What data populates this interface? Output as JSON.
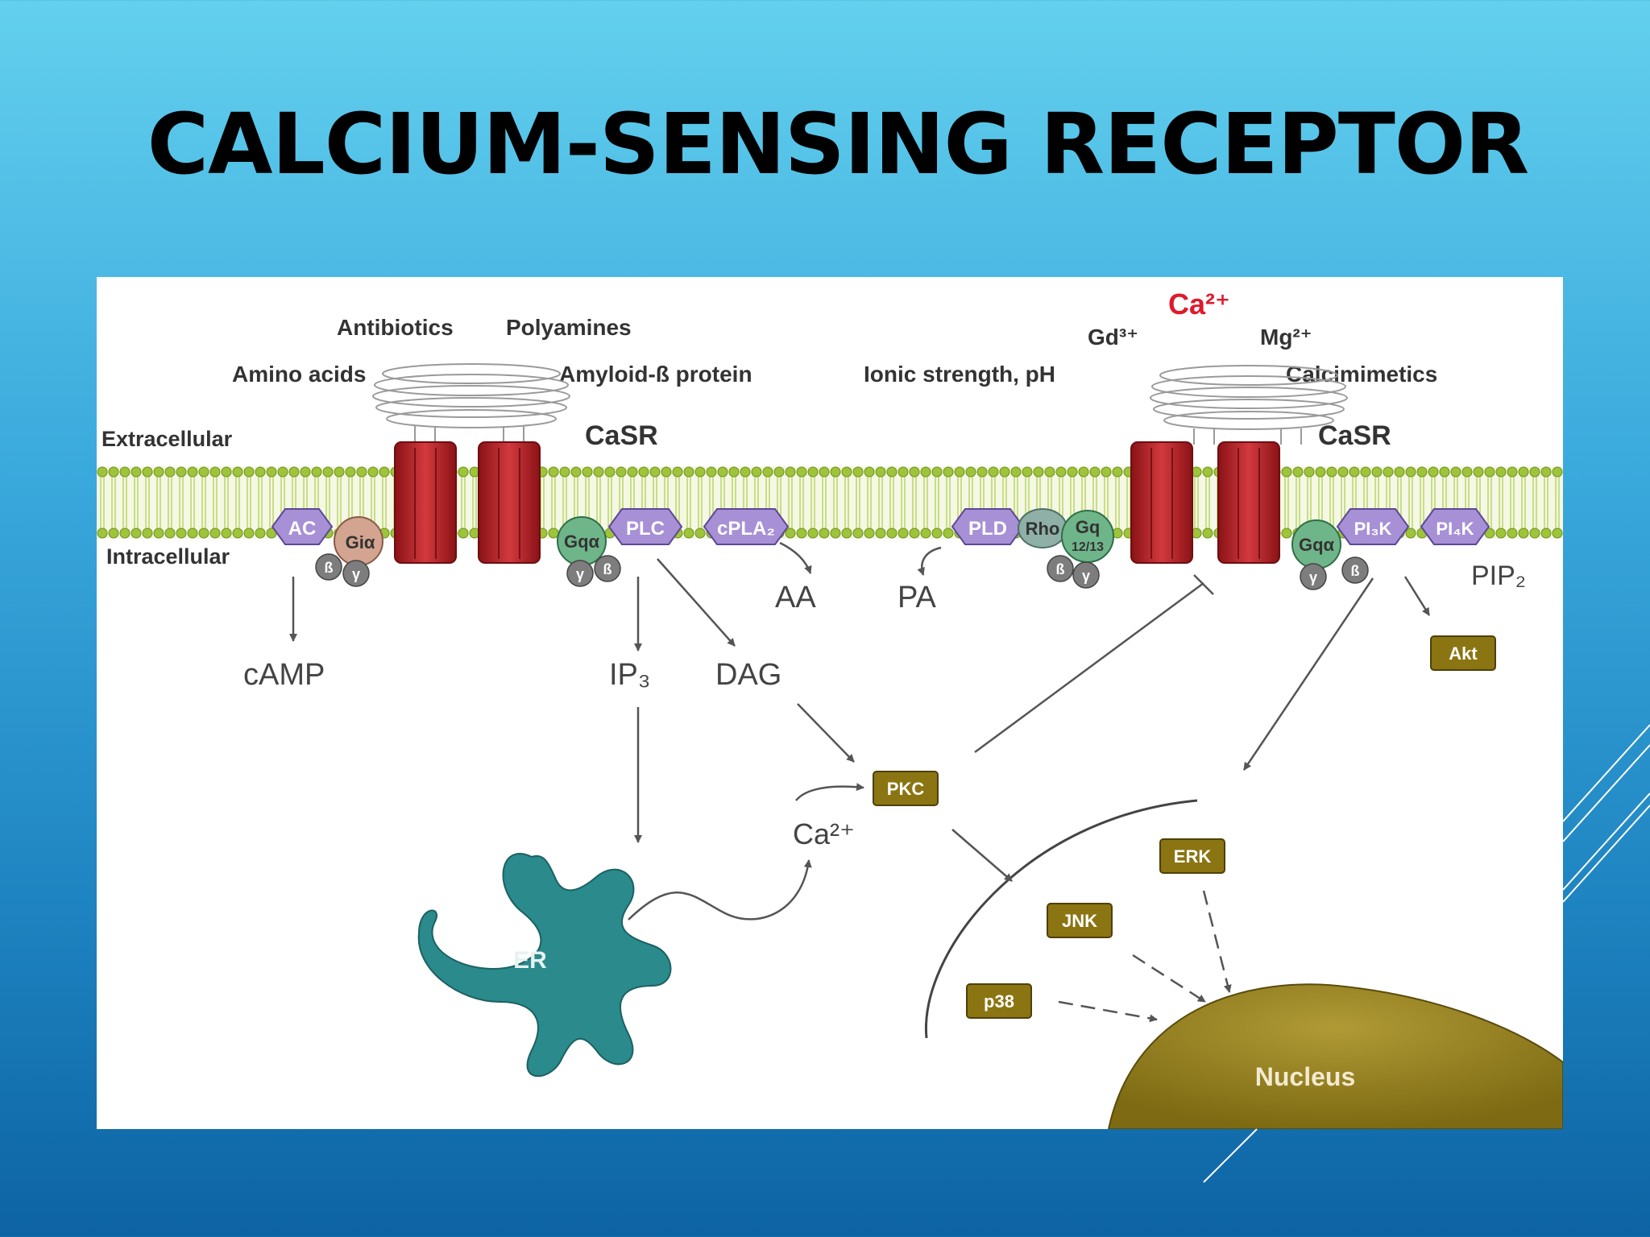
{
  "slide": {
    "title": "CALCIUM-SENSING RECEPTOR"
  },
  "colors": {
    "background_top": "#63d0ee",
    "background_bottom": "#0d63a3",
    "membrane_green": "#9ec43a",
    "receptor_red": "#c0272d",
    "g_protein_green": "#6fb58a",
    "purple_enzyme": "#a790d6",
    "kinase_gold": "#8b7412",
    "nucleus_gold": "#8f7a1c",
    "er_teal": "#2a8a8c",
    "ca_red": "#e0192c"
  },
  "diagram": {
    "ligands_left": {
      "antibiotics": "Antibiotics",
      "polyamines": "Polyamines",
      "amino_acids": "Amino acids",
      "amyloid": "Amyloid-ß protein"
    },
    "ligands_right": {
      "ca": "Ca²⁺",
      "gd": "Gd³⁺",
      "mg": "Mg²⁺",
      "ionic": "Ionic strength, pH",
      "calcimimetics": "Calcimimetics"
    },
    "compartments": {
      "extracellular": "Extracellular",
      "intracellular": "Intracellular"
    },
    "receptor_label": "CaSR",
    "proteins": {
      "ac": "AC",
      "gi": "Giα",
      "beta": "ß",
      "gamma": "γ",
      "gq": "Gqα",
      "plc": "PLC",
      "cpla2": "cPLA₂",
      "pld": "PLD",
      "rho": "Rho",
      "gq1213_a": "Gq",
      "gq1213_b": "12/13",
      "pi3k": "PI₃K",
      "pi4k": "PI₄K"
    },
    "messengers": {
      "camp": "cAMP",
      "ip3": "IP₃",
      "dag": "DAG",
      "aa": "AA",
      "pa": "PA",
      "pip2": "PIP₂",
      "ca_cyto": "Ca²⁺"
    },
    "kinases": {
      "pkc": "PKC",
      "akt": "Akt",
      "erk": "ERK",
      "jnk": "JNK",
      "p38": "p38"
    },
    "organelles": {
      "er": "ER",
      "nucleus": "Nucleus"
    }
  }
}
